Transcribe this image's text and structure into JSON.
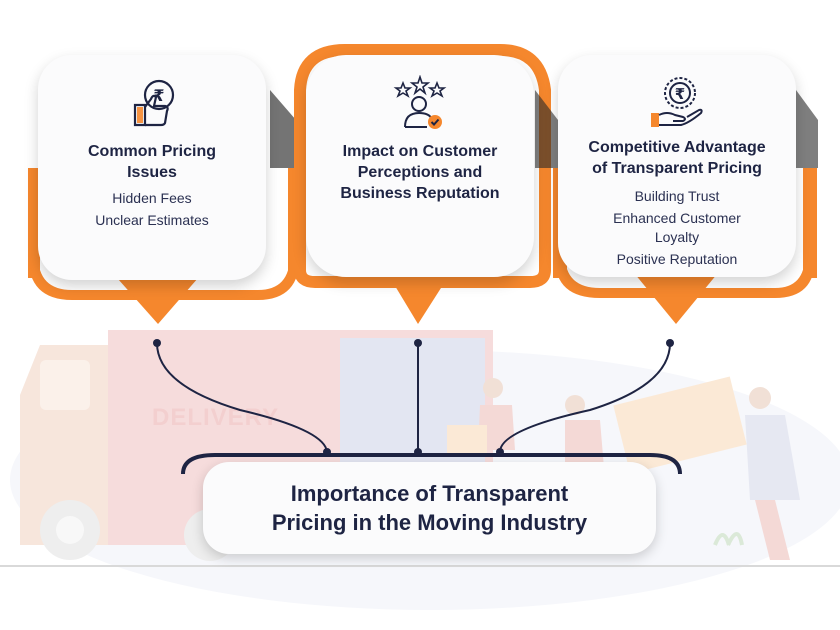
{
  "cards": [
    {
      "title": "Common Pricing Issues",
      "title_lines": [
        "Common Pricing",
        "Issues"
      ],
      "items": [
        "Hidden Fees",
        "Unclear Estimates"
      ],
      "icon": "rupee-thumbs-up-icon"
    },
    {
      "title": "Impact on Customer Perceptions and Business Reputation",
      "title_lines": [
        "Impact on Customer",
        "Perceptions and",
        "Business Reputation"
      ],
      "items": [],
      "icon": "rated-user-icon"
    },
    {
      "title": "Competitive Advantage of Transparent Pricing",
      "title_lines": [
        "Competitive Advantage",
        "of Transparent Pricing"
      ],
      "items": [
        "Building Trust",
        "Enhanced Customer",
        "Loyalty",
        "Positive Reputation"
      ],
      "icon": "rupee-hand-icon"
    }
  ],
  "main_title": {
    "line1": "Importance of Transparent",
    "line2": "Pricing in the Moving Industry"
  },
  "background_text": "DELIVERY",
  "colors": {
    "accent": "#F5872D",
    "dark_navy": "#1E2443",
    "card_bg": "#FBFBFC",
    "truck_faded": "#F6DCDC"
  }
}
